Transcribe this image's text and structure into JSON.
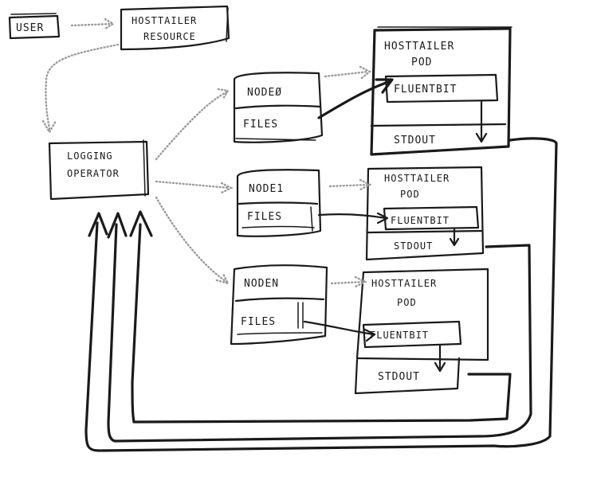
{
  "nodes": {
    "user": "USER",
    "hosttailer_resource_l1": "HOSTTAILER",
    "hosttailer_resource_l2": "RESOURCE",
    "logging_operator_l1": "LOGGING",
    "logging_operator_l2": "OPERATOR",
    "node0": {
      "name": "NODEØ",
      "files": "FILES"
    },
    "node1": {
      "name": "NODE1",
      "files": "FILES"
    },
    "noden": {
      "name": "NODEN",
      "files": "FILES"
    },
    "pod0": {
      "title_l1": "HOSTTAILER",
      "title_l2": "POD",
      "fluentbit": "FLUENTBIT",
      "stdout": "STDOUT"
    },
    "pod1": {
      "title_l1": "HOSTTAILER",
      "title_l2": "POD",
      "fluentbit": "FLUENTBIT",
      "stdout": "STDOUT"
    },
    "podn": {
      "title_l1": "HOSTTAILER",
      "title_l2": "POD",
      "fluentbit": "FLUENTBIT",
      "stdout": "STDOUT"
    }
  },
  "colors": {
    "ink": "#1a1a1a",
    "dotted": "#9a9a9a",
    "background": "#ffffff"
  }
}
